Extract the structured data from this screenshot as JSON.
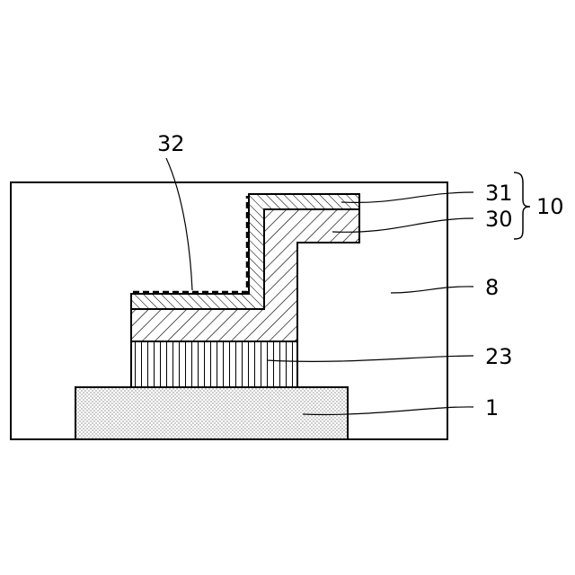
{
  "labels": {
    "label_32": "32",
    "label_31": "31",
    "label_30": "30",
    "label_10": "10",
    "label_8": "8",
    "label_23": "23",
    "label_1": "1"
  }
}
